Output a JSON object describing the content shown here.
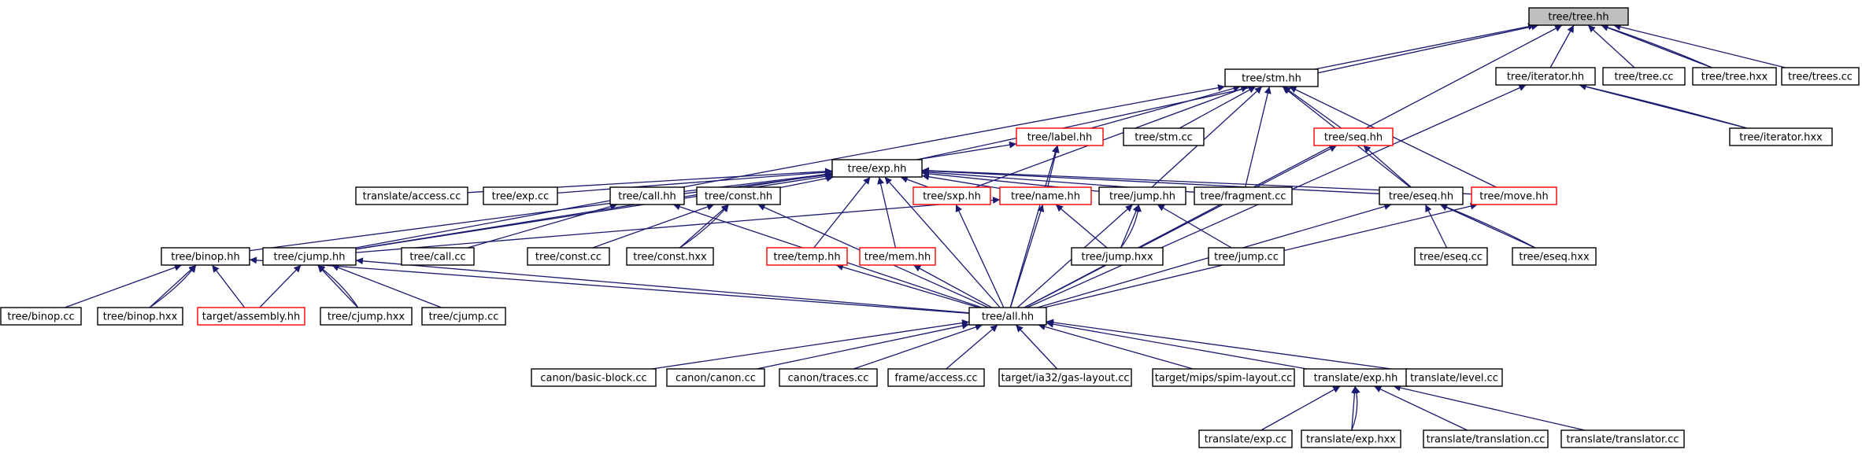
{
  "colors": {
    "edge": "#191970",
    "normal_border": "#000000",
    "incomplete_border": "#ff0000",
    "root_fill": "#bfbfbf"
  },
  "nodes": [
    {
      "id": "tree_tree_hh",
      "label": "tree/tree.hh",
      "kind": "root"
    },
    {
      "id": "tree_stm_hh",
      "label": "tree/stm.hh",
      "kind": "normal"
    },
    {
      "id": "tree_iterator_hh",
      "label": "tree/iterator.hh",
      "kind": "normal"
    },
    {
      "id": "tree_tree_cc",
      "label": "tree/tree.cc",
      "kind": "normal"
    },
    {
      "id": "tree_tree_hxx",
      "label": "tree/tree.hxx",
      "kind": "normal"
    },
    {
      "id": "tree_trees_cc",
      "label": "tree/trees.cc",
      "kind": "normal"
    },
    {
      "id": "tree_exp_hh",
      "label": "tree/exp.hh",
      "kind": "normal"
    },
    {
      "id": "tree_label_hh",
      "label": "tree/label.hh",
      "kind": "incomplete"
    },
    {
      "id": "tree_stm_cc",
      "label": "tree/stm.cc",
      "kind": "normal"
    },
    {
      "id": "tree_seq_hh",
      "label": "tree/seq.hh",
      "kind": "incomplete"
    },
    {
      "id": "tree_iterator_hxx",
      "label": "tree/iterator.hxx",
      "kind": "normal"
    },
    {
      "id": "translate_access_cc",
      "label": "translate/access.cc",
      "kind": "normal"
    },
    {
      "id": "tree_exp_cc",
      "label": "tree/exp.cc",
      "kind": "normal"
    },
    {
      "id": "tree_call_hh",
      "label": "tree/call.hh",
      "kind": "normal"
    },
    {
      "id": "tree_const_hh",
      "label": "tree/const.hh",
      "kind": "normal"
    },
    {
      "id": "tree_sxp_hh",
      "label": "tree/sxp.hh",
      "kind": "incomplete"
    },
    {
      "id": "tree_name_hh",
      "label": "tree/name.hh",
      "kind": "incomplete"
    },
    {
      "id": "tree_jump_hh",
      "label": "tree/jump.hh",
      "kind": "normal"
    },
    {
      "id": "tree_fragment_cc",
      "label": "tree/fragment.cc",
      "kind": "normal"
    },
    {
      "id": "tree_eseq_hh",
      "label": "tree/eseq.hh",
      "kind": "normal"
    },
    {
      "id": "tree_move_hh",
      "label": "tree/move.hh",
      "kind": "incomplete"
    },
    {
      "id": "tree_binop_hh",
      "label": "tree/binop.hh",
      "kind": "normal"
    },
    {
      "id": "tree_cjump_hh",
      "label": "tree/cjump.hh",
      "kind": "normal"
    },
    {
      "id": "tree_call_cc",
      "label": "tree/call.cc",
      "kind": "normal"
    },
    {
      "id": "tree_const_cc",
      "label": "tree/const.cc",
      "kind": "normal"
    },
    {
      "id": "tree_const_hxx",
      "label": "tree/const.hxx",
      "kind": "normal"
    },
    {
      "id": "tree_temp_hh",
      "label": "tree/temp.hh",
      "kind": "incomplete"
    },
    {
      "id": "tree_mem_hh",
      "label": "tree/mem.hh",
      "kind": "incomplete"
    },
    {
      "id": "tree_jump_hxx",
      "label": "tree/jump.hxx",
      "kind": "normal"
    },
    {
      "id": "tree_jump_cc",
      "label": "tree/jump.cc",
      "kind": "normal"
    },
    {
      "id": "tree_eseq_cc",
      "label": "tree/eseq.cc",
      "kind": "normal"
    },
    {
      "id": "tree_eseq_hxx",
      "label": "tree/eseq.hxx",
      "kind": "normal"
    },
    {
      "id": "tree_binop_cc",
      "label": "tree/binop.cc",
      "kind": "normal"
    },
    {
      "id": "tree_binop_hxx",
      "label": "tree/binop.hxx",
      "kind": "normal"
    },
    {
      "id": "target_assembly_hh",
      "label": "target/assembly.hh",
      "kind": "incomplete"
    },
    {
      "id": "tree_cjump_hxx",
      "label": "tree/cjump.hxx",
      "kind": "normal"
    },
    {
      "id": "tree_cjump_cc",
      "label": "tree/cjump.cc",
      "kind": "normal"
    },
    {
      "id": "tree_all_hh",
      "label": "tree/all.hh",
      "kind": "normal"
    },
    {
      "id": "canon_basic_block_cc",
      "label": "canon/basic-block.cc",
      "kind": "normal"
    },
    {
      "id": "canon_canon_cc",
      "label": "canon/canon.cc",
      "kind": "normal"
    },
    {
      "id": "canon_traces_cc",
      "label": "canon/traces.cc",
      "kind": "normal"
    },
    {
      "id": "frame_access_cc",
      "label": "frame/access.cc",
      "kind": "normal"
    },
    {
      "id": "target_ia32_gas_layout_cc",
      "label": "target/ia32/gas-layout.cc",
      "kind": "normal"
    },
    {
      "id": "target_mips_spim_layout_cc",
      "label": "target/mips/spim-layout.cc",
      "kind": "normal"
    },
    {
      "id": "translate_exp_hh",
      "label": "translate/exp.hh",
      "kind": "normal"
    },
    {
      "id": "translate_level_cc",
      "label": "translate/level.cc",
      "kind": "normal"
    },
    {
      "id": "translate_exp_cc",
      "label": "translate/exp.cc",
      "kind": "normal"
    },
    {
      "id": "translate_exp_hxx",
      "label": "translate/exp.hxx",
      "kind": "normal"
    },
    {
      "id": "translate_translation_cc",
      "label": "translate/translation.cc",
      "kind": "normal"
    },
    {
      "id": "translate_translator_cc",
      "label": "translate/translator.cc",
      "kind": "normal"
    }
  ],
  "edges": [
    [
      "tree_tree_hh",
      "tree_stm_hh"
    ],
    [
      "tree_tree_hh",
      "tree_iterator_hh"
    ],
    [
      "tree_tree_hh",
      "tree_tree_cc"
    ],
    [
      "tree_tree_hh",
      "tree_tree_hxx"
    ],
    [
      "tree_tree_hh",
      "tree_tree_hxx"
    ],
    [
      "tree_tree_hh",
      "tree_trees_cc"
    ],
    [
      "tree_tree_hh",
      "tree_exp_hh"
    ],
    [
      "tree_tree_hh",
      "tree_all_hh"
    ],
    [
      "tree_stm_hh",
      "tree_label_hh"
    ],
    [
      "tree_stm_hh",
      "tree_stm_cc"
    ],
    [
      "tree_stm_hh",
      "tree_seq_hh"
    ],
    [
      "tree_stm_hh",
      "tree_jump_hh"
    ],
    [
      "tree_stm_hh",
      "tree_fragment_cc"
    ],
    [
      "tree_stm_hh",
      "tree_eseq_hh"
    ],
    [
      "tree_stm_hh",
      "tree_move_hh"
    ],
    [
      "tree_stm_hh",
      "tree_cjump_hh"
    ],
    [
      "tree_stm_hh",
      "tree_sxp_hh"
    ],
    [
      "tree_iterator_hh",
      "tree_iterator_hxx"
    ],
    [
      "tree_iterator_hh",
      "tree_iterator_hxx"
    ],
    [
      "tree_iterator_hh",
      "tree_all_hh"
    ],
    [
      "tree_exp_hh",
      "translate_access_cc"
    ],
    [
      "tree_exp_hh",
      "tree_exp_cc"
    ],
    [
      "tree_exp_hh",
      "tree_call_hh"
    ],
    [
      "tree_exp_hh",
      "tree_const_hh"
    ],
    [
      "tree_exp_hh",
      "tree_sxp_hh"
    ],
    [
      "tree_exp_hh",
      "tree_name_hh"
    ],
    [
      "tree_exp_hh",
      "tree_jump_hh"
    ],
    [
      "tree_exp_hh",
      "tree_eseq_hh"
    ],
    [
      "tree_exp_hh",
      "tree_move_hh"
    ],
    [
      "tree_exp_hh",
      "tree_binop_hh"
    ],
    [
      "tree_exp_hh",
      "tree_cjump_hh"
    ],
    [
      "tree_exp_hh",
      "tree_temp_hh"
    ],
    [
      "tree_exp_hh",
      "tree_mem_hh"
    ],
    [
      "tree_exp_hh",
      "tree_all_hh"
    ],
    [
      "tree_exp_hh",
      "tree_fragment_cc"
    ],
    [
      "tree_label_hh",
      "tree_name_hh"
    ],
    [
      "tree_label_hh",
      "tree_all_hh"
    ],
    [
      "tree_label_hh",
      "tree_cjump_hh"
    ],
    [
      "tree_seq_hh",
      "tree_eseq_hh"
    ],
    [
      "tree_seq_hh",
      "tree_all_hh"
    ],
    [
      "tree_call_hh",
      "tree_call_cc"
    ],
    [
      "tree_call_hh",
      "tree_all_hh"
    ],
    [
      "tree_const_hh",
      "tree_const_cc"
    ],
    [
      "tree_const_hh",
      "tree_const_hxx"
    ],
    [
      "tree_const_hh",
      "tree_const_hxx"
    ],
    [
      "tree_const_hh",
      "tree_all_hh"
    ],
    [
      "tree_sxp_hh",
      "tree_all_hh"
    ],
    [
      "tree_name_hh",
      "tree_jump_hxx"
    ],
    [
      "tree_name_hh",
      "tree_all_hh"
    ],
    [
      "tree_name_hh",
      "tree_cjump_hh"
    ],
    [
      "tree_jump_hh",
      "tree_jump_hxx"
    ],
    [
      "tree_jump_hh",
      "tree_jump_hxx"
    ],
    [
      "tree_jump_hh",
      "tree_jump_cc"
    ],
    [
      "tree_jump_hh",
      "tree_all_hh"
    ],
    [
      "tree_eseq_hh",
      "tree_eseq_cc"
    ],
    [
      "tree_eseq_hh",
      "tree_eseq_hxx"
    ],
    [
      "tree_eseq_hh",
      "tree_eseq_hxx"
    ],
    [
      "tree_eseq_hh",
      "tree_all_hh"
    ],
    [
      "tree_move_hh",
      "tree_all_hh"
    ],
    [
      "tree_binop_hh",
      "tree_binop_cc"
    ],
    [
      "tree_binop_hh",
      "tree_binop_hxx"
    ],
    [
      "tree_binop_hh",
      "tree_binop_hxx"
    ],
    [
      "tree_binop_hh",
      "target_assembly_hh"
    ],
    [
      "tree_binop_hh",
      "tree_all_hh"
    ],
    [
      "tree_cjump_hh",
      "target_assembly_hh"
    ],
    [
      "tree_cjump_hh",
      "tree_cjump_hxx"
    ],
    [
      "tree_cjump_hh",
      "tree_cjump_hxx"
    ],
    [
      "tree_cjump_hh",
      "tree_cjump_cc"
    ],
    [
      "tree_cjump_hh",
      "tree_all_hh"
    ],
    [
      "tree_temp_hh",
      "tree_all_hh"
    ],
    [
      "tree_mem_hh",
      "tree_all_hh"
    ],
    [
      "tree_all_hh",
      "canon_basic_block_cc"
    ],
    [
      "tree_all_hh",
      "canon_canon_cc"
    ],
    [
      "tree_all_hh",
      "canon_traces_cc"
    ],
    [
      "tree_all_hh",
      "frame_access_cc"
    ],
    [
      "tree_all_hh",
      "target_ia32_gas_layout_cc"
    ],
    [
      "tree_all_hh",
      "target_mips_spim_layout_cc"
    ],
    [
      "tree_all_hh",
      "translate_exp_hh"
    ],
    [
      "tree_all_hh",
      "translate_level_cc"
    ],
    [
      "translate_exp_hh",
      "translate_exp_cc"
    ],
    [
      "translate_exp_hh",
      "translate_exp_hxx"
    ],
    [
      "translate_exp_hh",
      "translate_exp_hxx"
    ],
    [
      "translate_exp_hh",
      "translate_translation_cc"
    ],
    [
      "translate_exp_hh",
      "translate_translator_cc"
    ]
  ]
}
